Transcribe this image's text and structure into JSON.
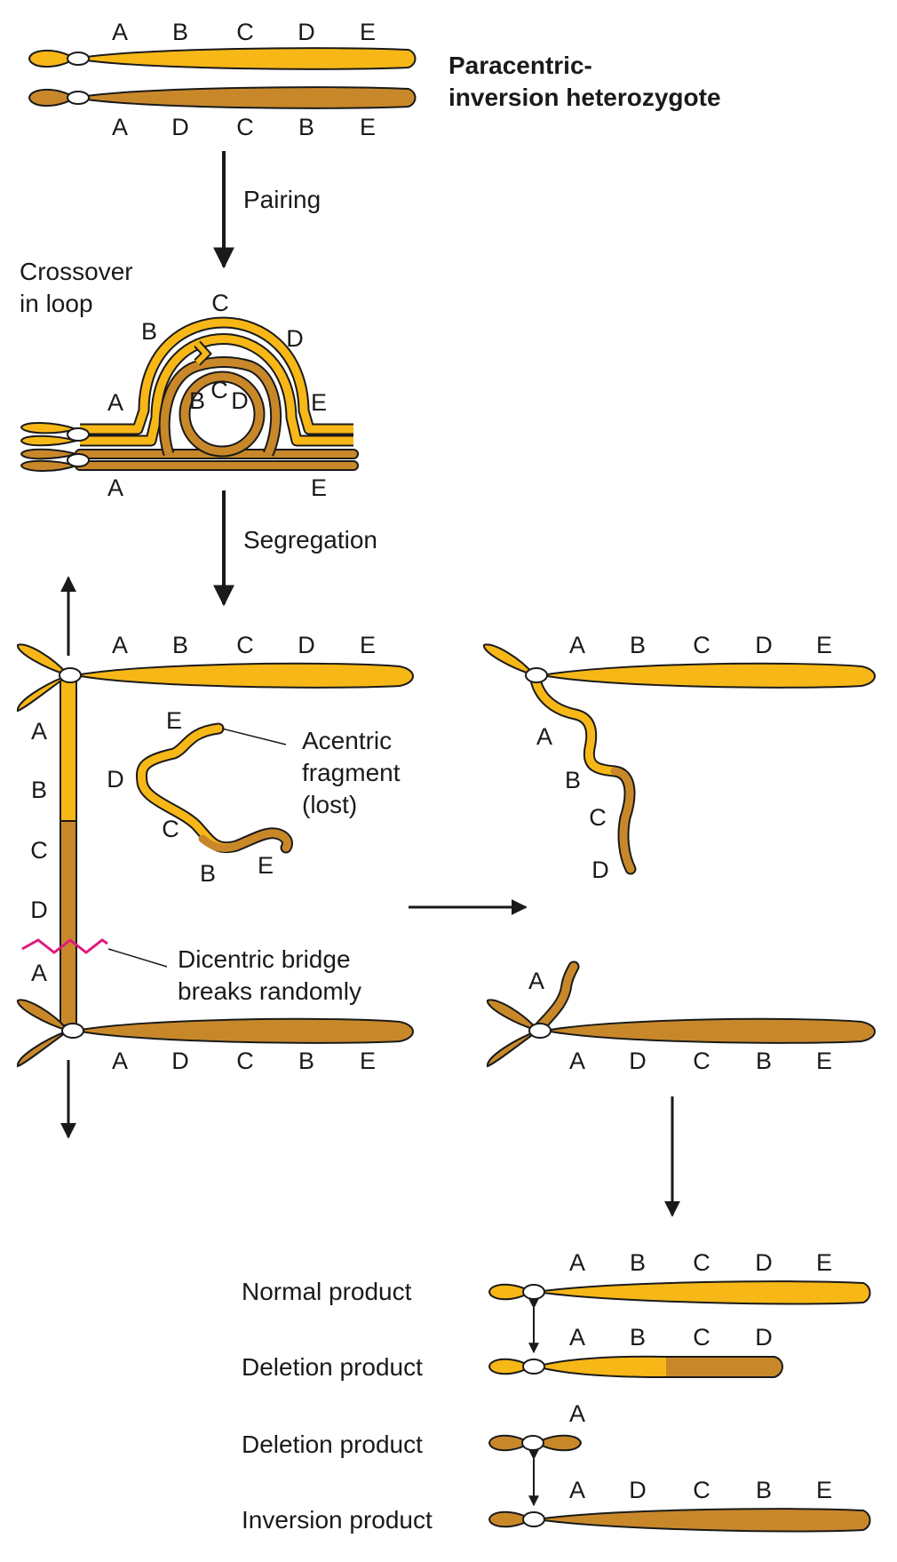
{
  "colors": {
    "normal": "#F7B717",
    "inverted": "#C8882A",
    "outline": "#1a1a1a",
    "break_mark": "#E0197D",
    "centromere": "#ffffff"
  },
  "heterozygote": {
    "title_line1": "Paracentric-",
    "title_line2": "inversion heterozygote",
    "top_genes": [
      "A",
      "B",
      "C",
      "D",
      "E"
    ],
    "bottom_genes": [
      "A",
      "D",
      "C",
      "B",
      "E"
    ]
  },
  "steps": {
    "pairing": "Pairing",
    "segregation": "Segregation"
  },
  "loop": {
    "label_line1": "Crossover",
    "label_line2": "in loop",
    "outer_genes": [
      "A",
      "B",
      "C",
      "D",
      "E"
    ],
    "inner_genes": [
      "B",
      "C",
      "D"
    ],
    "bottom_genes": [
      "A",
      "E"
    ]
  },
  "anaphase": {
    "top_genes": [
      "A",
      "B",
      "C",
      "D",
      "E"
    ],
    "bridge_genes": [
      "A",
      "B",
      "C",
      "D",
      "A"
    ],
    "bottom_genes": [
      "A",
      "D",
      "C",
      "B",
      "E"
    ],
    "fragment_genes": [
      "E",
      "D",
      "C",
      "B",
      "E"
    ],
    "fragment_line1": "Acentric",
    "fragment_line2": "fragment",
    "fragment_line3": "(lost)",
    "bridge_line1": "Dicentric bridge",
    "bridge_line2": "breaks randomly"
  },
  "after_break": {
    "top_genes": [
      "A",
      "B",
      "C",
      "D",
      "E"
    ],
    "top_tail_genes": [
      "A",
      "B",
      "C",
      "D"
    ],
    "bottom_tail_gene": "A",
    "bottom_genes": [
      "A",
      "D",
      "C",
      "B",
      "E"
    ]
  },
  "products": {
    "normal_label": "Normal product",
    "normal_genes": [
      "A",
      "B",
      "C",
      "D",
      "E"
    ],
    "deletion1_label": "Deletion product",
    "deletion1_genes": [
      "A",
      "B",
      "C",
      "D"
    ],
    "deletion2_label": "Deletion product",
    "deletion2_genes": [
      "A"
    ],
    "inversion_label": "Inversion product",
    "inversion_genes": [
      "A",
      "D",
      "C",
      "B",
      "E"
    ]
  }
}
